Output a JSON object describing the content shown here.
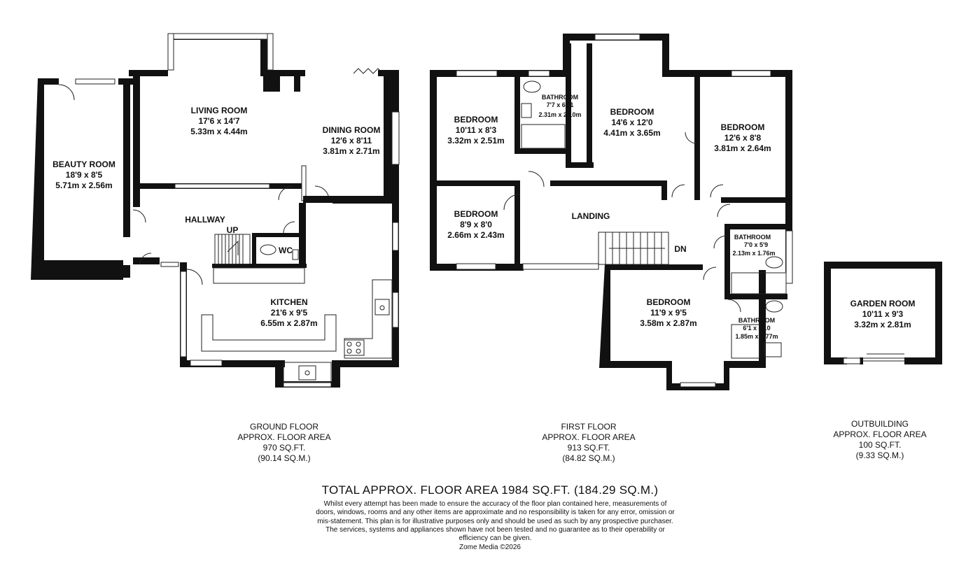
{
  "ground_floor": {
    "rooms": [
      {
        "name": "BEAUTY ROOM",
        "imperial": "18'9 x 8'5",
        "metric": "5.71m x 2.56m"
      },
      {
        "name": "LIVING ROOM",
        "imperial": "17'6 x 14'7",
        "metric": "5.33m x 4.44m"
      },
      {
        "name": "DINING ROOM",
        "imperial": "12'6 x 8'11",
        "metric": "3.81m x 2.71m"
      },
      {
        "name": "HALLWAY"
      },
      {
        "name": "WC"
      },
      {
        "name": "KITCHEN",
        "imperial": "21'6 x 9'5",
        "metric": "6.55m x 2.87m"
      }
    ],
    "stairs_label": "UP",
    "caption": {
      "title": "GROUND FLOOR",
      "line1": "APPROX. FLOOR AREA",
      "sqft": "970 SQ.FT.",
      "sqm": "(90.14 SQ.M.)"
    }
  },
  "first_floor": {
    "rooms": [
      {
        "name": "BEDROOM",
        "imperial": "10'11 x 8'3",
        "metric": "3.32m x 2.51m"
      },
      {
        "name": "BATHROOM",
        "imperial": "7'7 x 6'11",
        "metric": "2.31m x 2.10m"
      },
      {
        "name": "BEDROOM",
        "imperial": "14'6 x 12'0",
        "metric": "4.41m x 3.65m"
      },
      {
        "name": "BEDROOM",
        "imperial": "12'6 x 8'8",
        "metric": "3.81m x 2.64m"
      },
      {
        "name": "BEDROOM",
        "imperial": "8'9 x 8'0",
        "metric": "2.66m x 2.43m"
      },
      {
        "name": "LANDING"
      },
      {
        "name": "BATHROOM",
        "imperial": "7'0 x 5'9",
        "metric": "2.13m x 1.76m"
      },
      {
        "name": "BEDROOM",
        "imperial": "11'9 x 9'5",
        "metric": "3.58m x 2.87m"
      },
      {
        "name": "BATHROOM",
        "imperial": "6'1 x 5'10",
        "metric": "1.85m x 1.77m"
      }
    ],
    "stairs_label": "DN",
    "caption": {
      "title": "FIRST FLOOR",
      "line1": "APPROX. FLOOR AREA",
      "sqft": "913 SQ.FT.",
      "sqm": "(84.82 SQ.M.)"
    }
  },
  "outbuilding": {
    "rooms": [
      {
        "name": "GARDEN ROOM",
        "imperial": "10'11 x 9'3",
        "metric": "3.32m x 2.81m"
      }
    ],
    "caption": {
      "title": "OUTBUILDING",
      "line1": "APPROX. FLOOR AREA",
      "sqft": "100 SQ.FT.",
      "sqm": "(9.33 SQ.M.)"
    }
  },
  "total_area": "TOTAL APPROX. FLOOR AREA 1984 SQ.FT. (184.29 SQ.M.)",
  "disclaimer": "Whilst every attempt has been made to ensure the accuracy of the floor plan contained here, measurements of doors, windows, rooms and any other items are approximate and no responsibility is taken for any error, omission or mis-statement. This plan is for illustrative purposes only and should be used as such by any prospective purchaser. The services, systems and appliances shown have not been tested and no guarantee as to their operability or efficiency can be given.",
  "credit": "Zome Media ©2026",
  "colors": {
    "wall": "#111111",
    "background": "#ffffff"
  }
}
